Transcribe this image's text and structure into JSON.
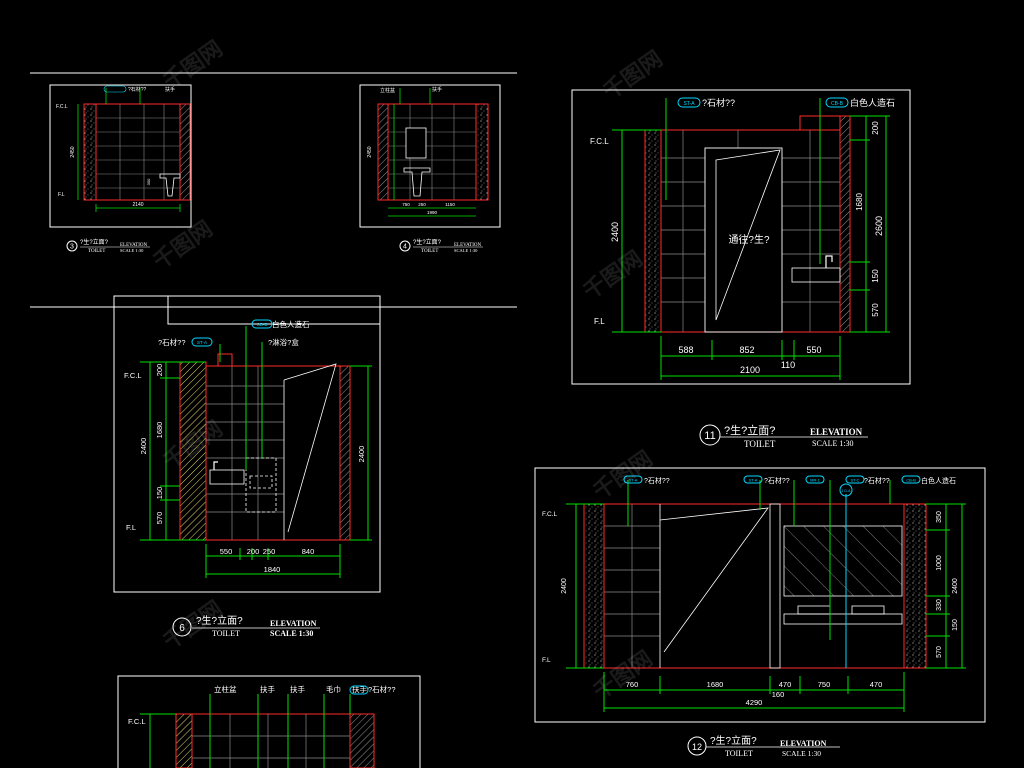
{
  "colors": {
    "frame": "#ffffff",
    "wall": "#ff2a2a",
    "dim": "#00e000",
    "tag": "#00d8ff",
    "tile": "#8a8a8a",
    "leader": "#ffffff",
    "hatch": "#e6d36a",
    "paper": "#000000"
  },
  "watermark": "千图网",
  "labels": {
    "fcl": "F.C.L",
    "fl": "F.L",
    "el": "ELEVATION",
    "toilet": "TOILET",
    "title_cn": "?生?立面?",
    "stone": "?石材??",
    "artstone": "白色人造石",
    "door": "通往?生?",
    "handrail": "扶手",
    "pillar": "立柱盆",
    "towel": "毛巾",
    "shower": "?淋浴?盒"
  },
  "tags": {
    "t11a": "ST-A",
    "t11b": "CB-B",
    "t6a": "CB-B",
    "t6b": "ST-A",
    "t12a": "ST-A",
    "t12b": "ST-A",
    "t12c": "MR-1",
    "t12d": "ST-C",
    "t12e": "CB-B",
    "t12f": "1\nD-A"
  },
  "views": {
    "v3": {
      "number": "3",
      "scale": "SCALE 1:30",
      "dims": {
        "w": "2140",
        "h": "2450",
        "a": "300"
      }
    },
    "v4": {
      "number": "4",
      "scale": "SCALE 1:30",
      "dims": {
        "a": "750",
        "b": "250",
        "c": "1150",
        "w": "1990",
        "h": "2450"
      }
    },
    "v11": {
      "number": "11",
      "scale": "SCALE 1:30",
      "dims": {
        "h": "2400",
        "top": "200",
        "mid": "1680",
        "lower": "150",
        "bot": "570",
        "total": "2600",
        "a": "588",
        "b": "852",
        "c": "550",
        "d": "110",
        "w": "2100"
      }
    },
    "v6": {
      "number": "6",
      "scale": "SCALE 1:30",
      "dims": {
        "top": "200",
        "mid": "1680",
        "lower": "150",
        "bot": "570",
        "h": "2400",
        "rh": "2400",
        "a": "550",
        "b": "200",
        "c": "250",
        "d": "840",
        "w": "1840"
      }
    },
    "v12": {
      "number": "12",
      "scale": "SCALE 1:30",
      "dims": {
        "h": "2400",
        "top": "350",
        "mid": "1000",
        "lower": "330",
        "l2": "150",
        "bot": "570",
        "rh": "2400",
        "a": "760",
        "b": "1680",
        "c": "470",
        "d": "750",
        "e": "470",
        "f": "160",
        "w": "4290"
      }
    }
  }
}
